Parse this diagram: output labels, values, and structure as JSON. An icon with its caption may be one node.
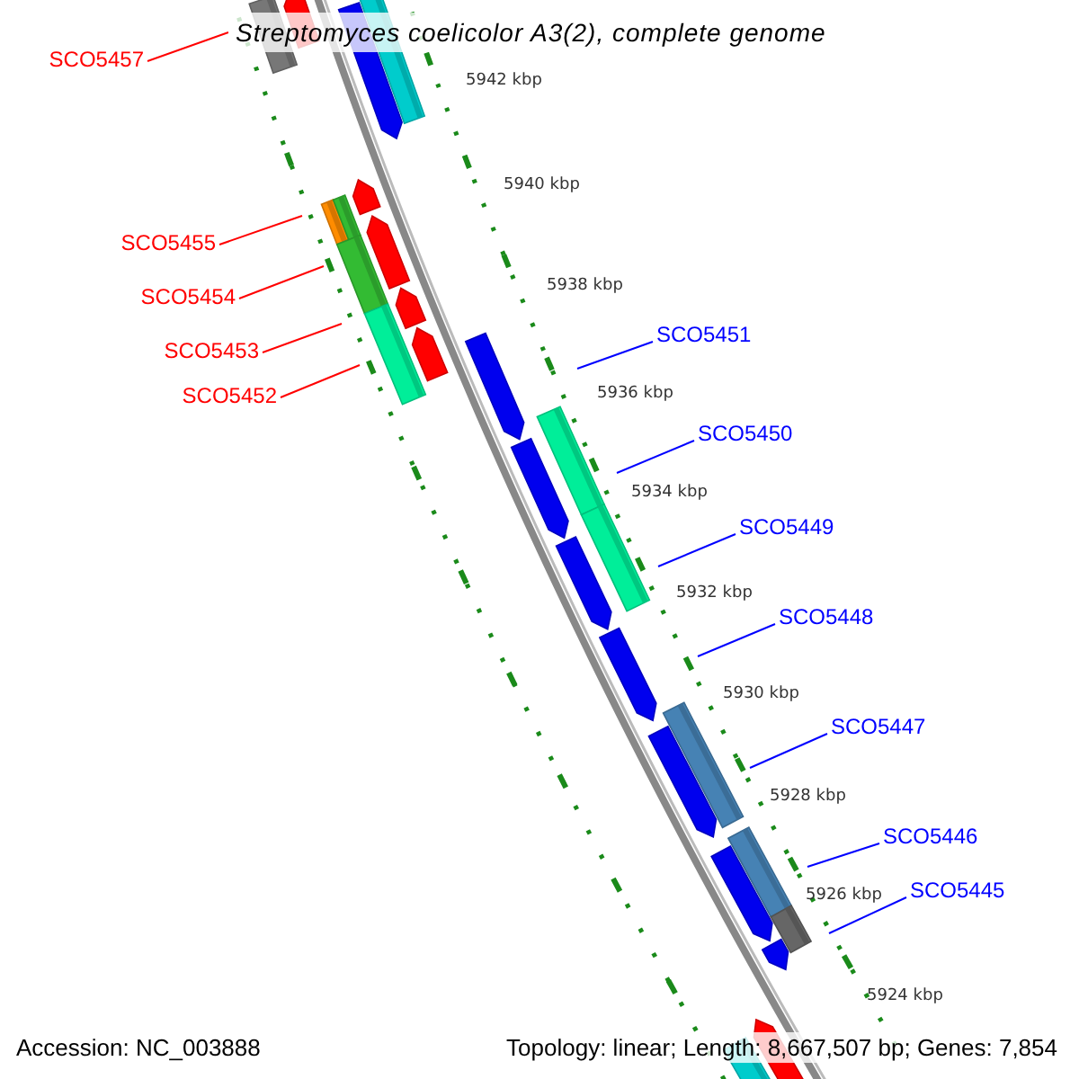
{
  "diagram": {
    "title": "Streptomyces coelicolor A3(2), complete genome",
    "nodes": [
      {
        "text": [
          "SCO5457"
        ]
      },
      {
        "text": [
          "SCO5455"
        ]
      },
      {
        "text": [
          "SCO5454"
        ]
      },
      {
        "text": [
          "SCO5451"
        ]
      },
      {
        "text": [
          "SCO5453"
        ]
      },
      {
        "text": [
          "SCO5452"
        ]
      },
      {
        "text": [
          "SCO5450"
        ]
      },
      {
        "text": [
          "SCO5449"
        ]
      },
      {
        "text": [
          "SCO5448"
        ]
      },
      {
        "text": [
          "SCO5447"
        ]
      },
      {
        "text": [
          "SCO5446"
        ]
      },
      {
        "text": [
          "SCO5445"
        ]
      }
    ],
    "edges": [
      {
        "from": 0,
        "to": null,
        "arrow": "none",
        "color": "#ff0000"
      },
      {
        "from": 1,
        "to": null,
        "arrow": "none",
        "color": "#ff0000"
      },
      {
        "from": 2,
        "to": null,
        "arrow": "none",
        "color": "#ff0000"
      },
      {
        "from": 3,
        "to": null,
        "arrow": "none"
      },
      {
        "from": 4,
        "to": null,
        "arrow": "none",
        "color": "#ff0000"
      },
      {
        "from": 5,
        "to": null,
        "arrow": "none",
        "color": "#ff0000"
      },
      {
        "from": 6,
        "to": null,
        "arrow": "none"
      },
      {
        "from": 7,
        "to": null,
        "arrow": "none"
      },
      {
        "from": 8,
        "to": null,
        "arrow": "none"
      },
      {
        "from": 9,
        "to": null,
        "arrow": "none"
      },
      {
        "from": 10,
        "to": null,
        "arrow": "none"
      },
      {
        "from": 11,
        "to": null,
        "arrow": "none"
      }
    ],
    "labels": [
      "5942 kbp",
      "5940 kbp",
      "5938 kbp",
      "5936 kbp",
      "5934 kbp",
      "5932 kbp",
      "5930 kbp",
      "5928 kbp",
      "5926 kbp",
      "5924 kbp",
      "Accession: NC_003888",
      "Topology: linear; Length: 8,667,507 bp; Genes: 7,854"
    ]
  }
}
